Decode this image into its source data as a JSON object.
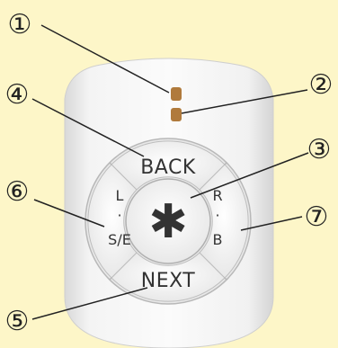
{
  "callouts": {
    "c1": "①",
    "c2": "②",
    "c3": "③",
    "c4": "④",
    "c5": "⑤",
    "c6": "⑥",
    "c7": "⑦"
  },
  "buttons": {
    "back": "BACK",
    "next": "NEXT",
    "center_symbol": "✱",
    "left_top": "L",
    "left_dot": "·",
    "left_bottom": "S/E",
    "right_top": "R",
    "right_dot": "·",
    "right_bottom": "B"
  },
  "colors": {
    "background": "#fdf6c8",
    "device_body": "#f2f2f2",
    "button_face": "#ececec",
    "indicator": "#b07a3c"
  }
}
